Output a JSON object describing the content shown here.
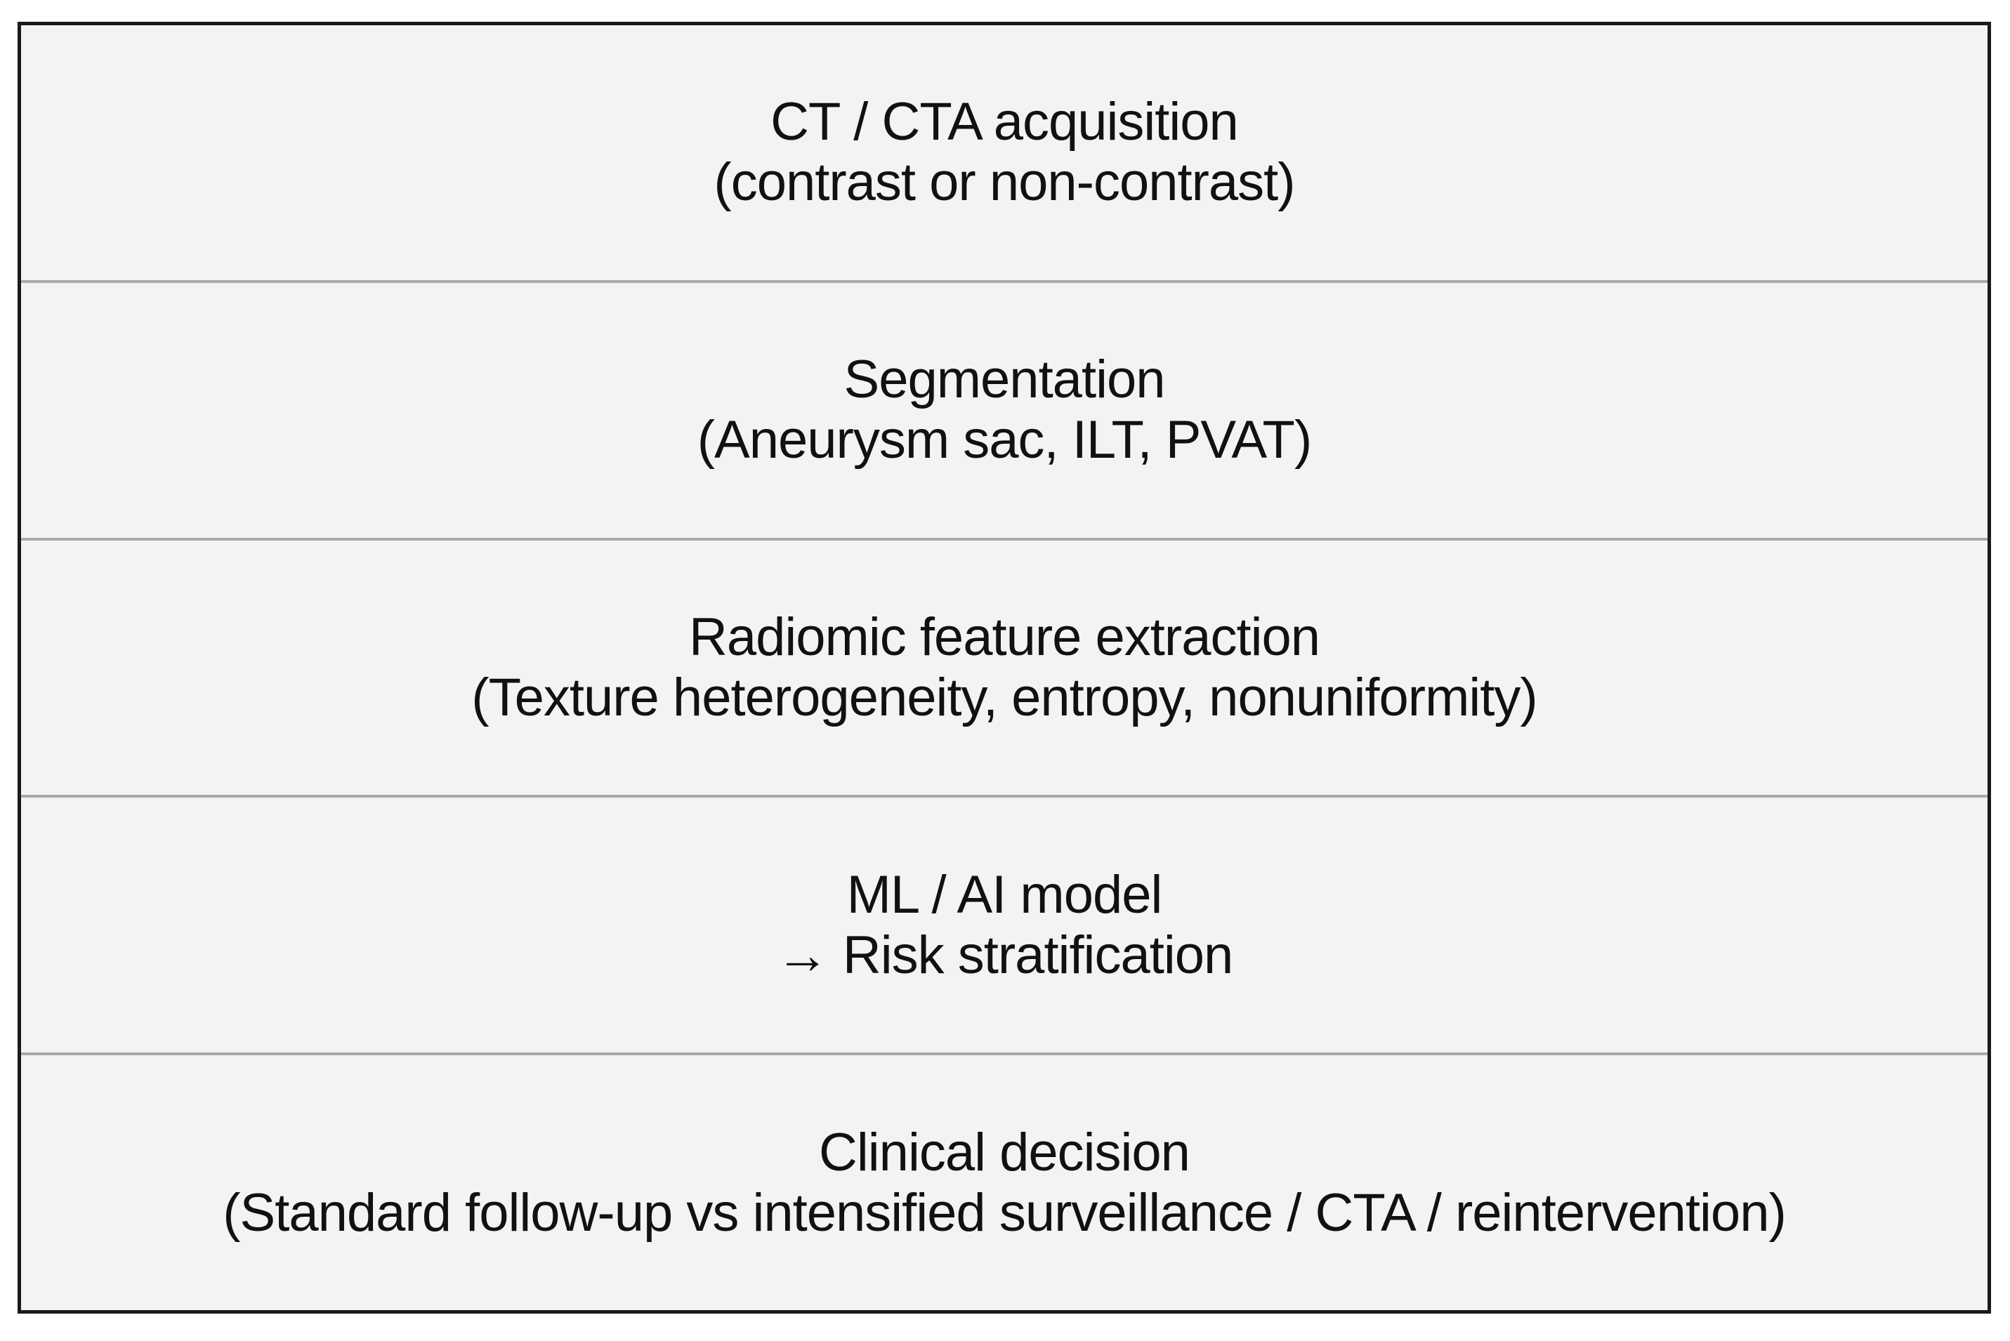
{
  "stages": [
    {
      "title": "CT / CTA acquisition",
      "detail": "(contrast or non-contrast)"
    },
    {
      "title": "Segmentation",
      "detail": "(Aneurysm sac, ILT, PVAT)"
    },
    {
      "title": "Radiomic feature extraction",
      "detail": "(Texture heterogeneity, entropy, nonuniformity)"
    },
    {
      "title": "ML / AI model",
      "detail": "→ Risk stratification"
    },
    {
      "title": "Clinical decision",
      "detail": "(Standard follow-up vs intensified surveillance / CTA / reintervention)"
    }
  ],
  "colors": {
    "box_fill": "#f3f3f3",
    "outer_border": "#1a1a1a",
    "divider": "#a9a9a9",
    "text": "#111111"
  }
}
